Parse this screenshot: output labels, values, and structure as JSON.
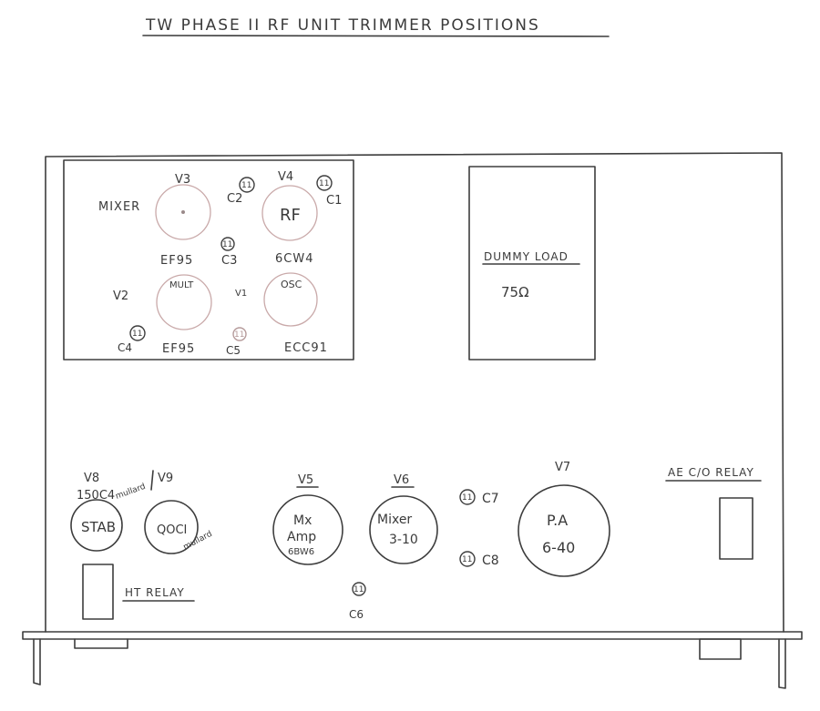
{
  "title": "TW PHASE II RF UNIT TRIMMER POSITIONS",
  "valves_top": {
    "v3": {
      "label": "V3",
      "role": "MIXER",
      "type": "EF95"
    },
    "v4": {
      "label": "V4",
      "role": "RF",
      "type": "6CW4"
    },
    "v2": {
      "label": "V2",
      "role": "MULT",
      "type": "EF95"
    },
    "v1": {
      "label": "V1",
      "role": "OSC",
      "type": "ECC91"
    }
  },
  "trimmers": {
    "c1": "C1",
    "c2": "C2",
    "c3": "C3",
    "c4": "C4",
    "c5": "C5",
    "c6": "C6",
    "c7": "C7",
    "c8": "C8",
    "mark": "11"
  },
  "dummy_load": {
    "title": "DUMMY LOAD",
    "value": "75Ω"
  },
  "lower": {
    "v8": {
      "label": "V8",
      "sub": "150C4",
      "body": "STAB"
    },
    "v9": {
      "label": "V9",
      "body": "QOCI"
    },
    "v5": {
      "label": "V5",
      "line1": "Mx",
      "line2": "Amp",
      "line3": "6BW6"
    },
    "v6": {
      "label": "V6",
      "line1": "Mixer",
      "line2": "3-10"
    },
    "v7": {
      "label": "V7",
      "line1": "P.A",
      "line2": "6-40"
    },
    "ht_relay": "HT RELAY",
    "ae_relay": "AE C/O RELAY",
    "scribble": "mullard"
  },
  "colors": {
    "ink": "#3d3d3d",
    "pencil": "#c9a9a9",
    "paper": "#ffffff"
  }
}
